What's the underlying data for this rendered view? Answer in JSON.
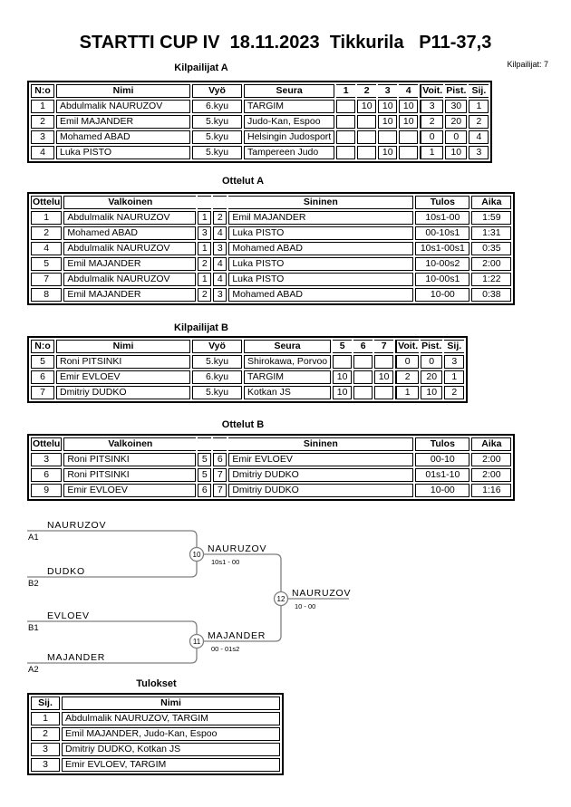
{
  "page": {
    "title": "STARTTI CUP IV  18.11.2023  Tikkurila   P11-37,3",
    "participants_label": "Kilpailijat: 7"
  },
  "kilpailijat_a": {
    "title": "Kilpailijat A",
    "headers": [
      "N:o",
      "Nimi",
      "Vyö",
      "Seura",
      "1",
      "2",
      "3",
      "4",
      "Voit.",
      "Pist.",
      "Sij."
    ],
    "rows": [
      [
        "1",
        "Abdulmalik NAURUZOV",
        "6.kyu",
        "TARGIM",
        "",
        "10",
        "10",
        "10",
        "3",
        "30",
        "1"
      ],
      [
        "2",
        "Emil MAJANDER",
        "5.kyu",
        "Judo-Kan, Espoo",
        "",
        "",
        "10",
        "10",
        "2",
        "20",
        "2"
      ],
      [
        "3",
        "Mohamed ABAD",
        "5.kyu",
        "Helsingin Judosport",
        "",
        "",
        "",
        "",
        "0",
        "0",
        "4"
      ],
      [
        "4",
        "Luka PISTO",
        "5.kyu",
        "Tampereen Judo",
        "",
        "",
        "10",
        "",
        "1",
        "10",
        "3"
      ]
    ]
  },
  "ottelut_a": {
    "title": "Ottelut A",
    "headers": [
      "Ottelu",
      "Valkoinen",
      "",
      "",
      "Sininen",
      "Tulos",
      "Aika"
    ],
    "rows": [
      [
        "1",
        "Abdulmalik NAURUZOV",
        "1",
        "2",
        "Emil MAJANDER",
        "10s1-00",
        "1:59"
      ],
      [
        "2",
        "Mohamed ABAD",
        "3",
        "4",
        "Luka PISTO",
        "00-10s1",
        "1:31"
      ],
      [
        "4",
        "Abdulmalik NAURUZOV",
        "1",
        "3",
        "Mohamed ABAD",
        "10s1-00s1",
        "0:35"
      ],
      [
        "5",
        "Emil MAJANDER",
        "2",
        "4",
        "Luka PISTO",
        "10-00s2",
        "2:00"
      ],
      [
        "7",
        "Abdulmalik NAURUZOV",
        "1",
        "4",
        "Luka PISTO",
        "10-00s1",
        "1:22"
      ],
      [
        "8",
        "Emil MAJANDER",
        "2",
        "3",
        "Mohamed ABAD",
        "10-00",
        "0:38"
      ]
    ]
  },
  "kilpailijat_b": {
    "title": "Kilpailijat B",
    "headers": [
      "N:o",
      "Nimi",
      "Vyö",
      "Seura",
      "5",
      "6",
      "7",
      "Voit.",
      "Pist.",
      "Sij."
    ],
    "rows": [
      [
        "5",
        "Roni PITSINKI",
        "5.kyu",
        "Shirokawa, Porvoo",
        "",
        "",
        "",
        "0",
        "0",
        "3"
      ],
      [
        "6",
        "Emir EVLOEV",
        "6.kyu",
        "TARGIM",
        "10",
        "",
        "10",
        "2",
        "20",
        "1"
      ],
      [
        "7",
        "Dmitriy DUDKO",
        "5.kyu",
        "Kotkan JS",
        "10",
        "",
        "",
        "1",
        "10",
        "2"
      ]
    ]
  },
  "ottelut_b": {
    "title": "Ottelut B",
    "headers": [
      "Ottelu",
      "Valkoinen",
      "",
      "",
      "Sininen",
      "Tulos",
      "Aika"
    ],
    "rows": [
      [
        "3",
        "Roni PITSINKI",
        "5",
        "6",
        "Emir EVLOEV",
        "00-10",
        "2:00"
      ],
      [
        "6",
        "Roni PITSINKI",
        "5",
        "7",
        "Dmitriy DUDKO",
        "01s1-10",
        "2:00"
      ],
      [
        "9",
        "Emir EVLOEV",
        "6",
        "7",
        "Dmitriy DUDKO",
        "10-00",
        "1:16"
      ]
    ]
  },
  "bracket": {
    "sf1": {
      "top_name": "NAURUZOV",
      "top_seed": "A1",
      "bottom_name": "DUDKO",
      "bottom_seed": "B2",
      "match_no": "10",
      "winner": "NAURUZOV",
      "score": "10s1 - 00"
    },
    "sf2": {
      "top_name": "EVLOEV",
      "top_seed": "B1",
      "bottom_name": "MAJANDER",
      "bottom_seed": "A2",
      "match_no": "11",
      "winner": "MAJANDER",
      "score": "00 - 01s2"
    },
    "final": {
      "match_no": "12",
      "winner": "NAURUZOV",
      "score": "10 - 00"
    }
  },
  "tulokset": {
    "title": "Tulokset",
    "headers": [
      "Sij.",
      "Nimi"
    ],
    "rows": [
      [
        "1",
        "Abdulmalik NAURUZOV, TARGIM"
      ],
      [
        "2",
        "Emil MAJANDER, Judo-Kan, Espoo"
      ],
      [
        "3",
        "Dmitriy DUDKO, Kotkan JS"
      ],
      [
        "3",
        "Emir EVLOEV, TARGIM"
      ]
    ]
  }
}
